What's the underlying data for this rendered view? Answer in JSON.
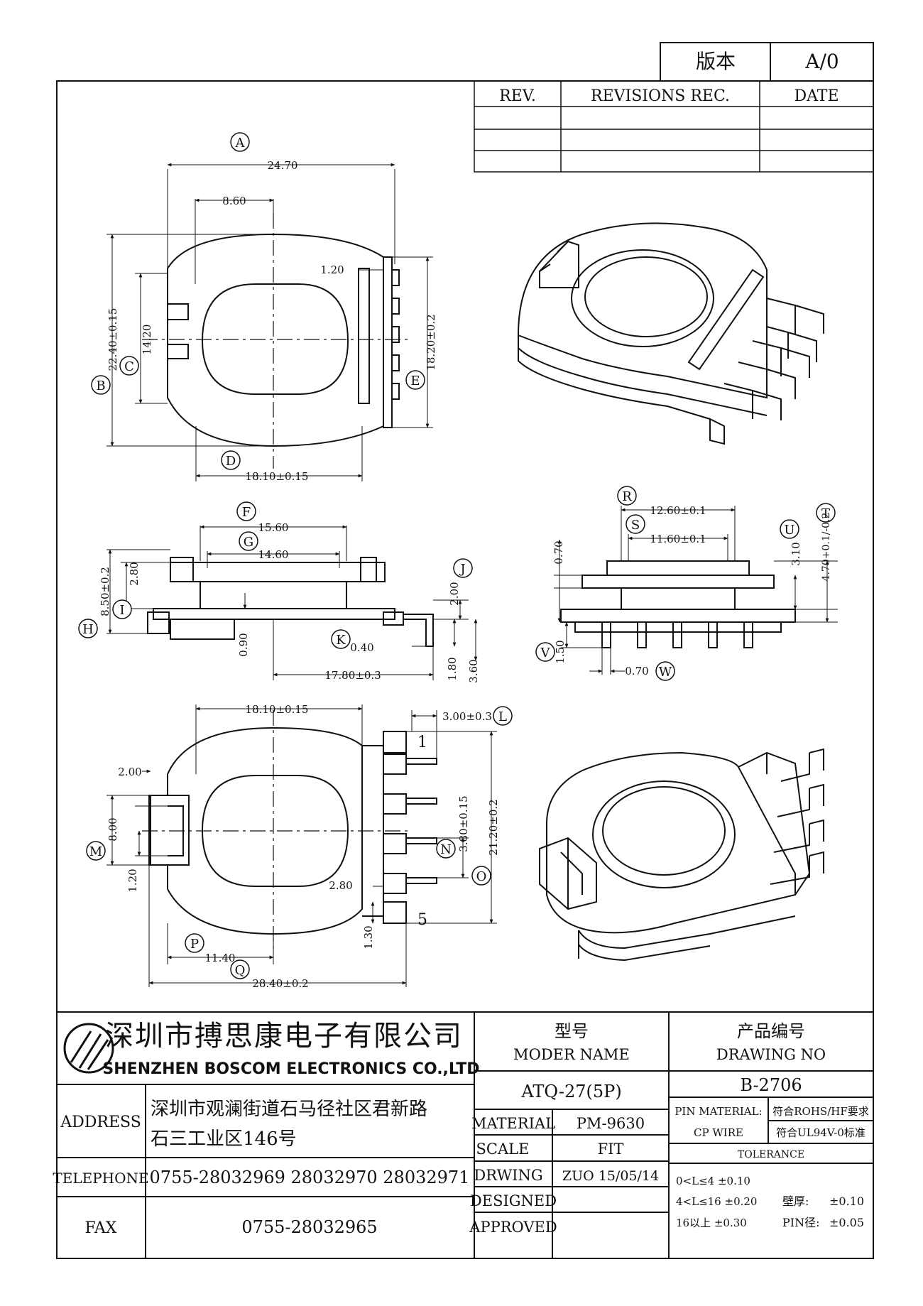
{
  "version": {
    "label": "版本",
    "value": "A/0"
  },
  "revisions": {
    "headers": [
      "REV.",
      "REVISIONS REC.",
      "DATE"
    ]
  },
  "views": {
    "top": {
      "callouts": {
        "A": "A",
        "B": "B",
        "C": "C",
        "D": "D",
        "E": "E"
      },
      "dims": {
        "a": "24.70",
        "a2": "8.60",
        "b": "22.40±0.15",
        "c": "14.20",
        "d": "18.10±0.15",
        "e": "18.20±0.2",
        "slot": "1.20"
      }
    },
    "front": {
      "callouts": {
        "F": "F",
        "G": "G",
        "H": "H",
        "I": "I",
        "J": "J",
        "K": "K"
      },
      "dims": {
        "f": "15.60",
        "g": "14.60",
        "h": "8.50±0.2",
        "i": "2.80",
        "j": "2.00",
        "k": "0.40",
        "d090": "0.90",
        "len": "17.80±0.3",
        "d180": "1.80",
        "d360": "3.60"
      }
    },
    "side": {
      "callouts": {
        "R": "R",
        "S": "S",
        "T": "T",
        "U": "U",
        "V": "V",
        "W": "W"
      },
      "dims": {
        "r": "12.60±0.1",
        "s": "11.60±0.1",
        "d070": "0.70",
        "u": "3.10",
        "t": "4.70+0.1/-0.2",
        "v": "1.50",
        "w": "0.70"
      }
    },
    "bottom": {
      "callouts": {
        "L": "L",
        "M": "M",
        "N": "N",
        "O": "O",
        "P": "P",
        "Q": "Q"
      },
      "dims": {
        "top": "18.10±0.15",
        "l": "3.00±0.3",
        "d200": "2.00",
        "m": "8.00",
        "d120": "1.20",
        "n": "3.80±0.15",
        "o": "21.20±0.2",
        "d280": "2.80",
        "d130": "1.30",
        "p": "11.40",
        "q": "28.40±0.2"
      },
      "pins": {
        "first": "1",
        "last": "5"
      }
    }
  },
  "company": {
    "name_cn": "深圳市搏思康电子有限公司",
    "name_en": "SHENZHEN BOSCOM ELECTRONICS CO.,LTD",
    "address_label": "ADDRESS",
    "address_line1": "深圳市观澜街道石马径社区君新路",
    "address_line2": "石三工业区146号",
    "telephone_label": "TELEPHONE",
    "telephone": "0755-28032969 28032970 28032971",
    "fax_label": "FAX",
    "fax": "0755-28032965"
  },
  "title_block": {
    "model_label_cn": "型号",
    "model_label_en": "MODER NAME",
    "model": "ATQ-27(5P)",
    "drawing_no_label_cn": "产品编号",
    "drawing_no_label_en": "DRAWING NO",
    "drawing_no": "B-2706",
    "material_label": "MATERIAL",
    "material": "PM-9630",
    "scale_label": "SCALE",
    "scale": "FIT",
    "drawing_label": "DRWING",
    "drawing": "ZUO 15/05/14",
    "designed_label": "DESIGNED",
    "approved_label": "APPROVED",
    "pin_material_label": "PIN MATERIAL:",
    "pin_material_note": "符合ROHS/HF要求",
    "cp_wire_label": "CP WIRE",
    "cp_wire_note": "符合UL94V-0标准",
    "tolerance_label": "TOLERANCE",
    "tol1": "0<L≤4  ±0.10",
    "tol2": "4<L≤16 ±0.20",
    "tol3": "16以上    ±0.30",
    "wall_label": "壁厚:",
    "wall_value": "±0.10",
    "pin_label": "PIN径:",
    "pin_value": "±0.05"
  }
}
